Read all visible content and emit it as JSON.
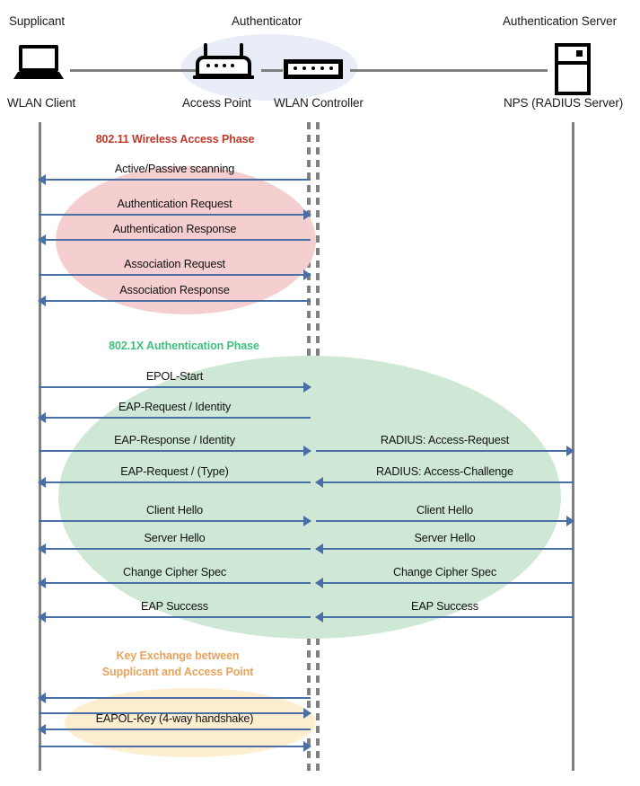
{
  "diagram": {
    "title": "802.1X WLAN authentication sequence",
    "colors": {
      "arrow": "#4a6fa5",
      "lifeline": "#808080",
      "phase1_text": "#c0392b",
      "phase1_fill": "#f5ced0",
      "phase2_text": "#3fbf7f",
      "phase2_fill": "#cfe8d6",
      "phase3_text": "#e8a35c",
      "phase3_fill": "#fceecf",
      "authenticator_halo": "#e8edf7"
    }
  },
  "actors": [
    {
      "role": "Supplicant",
      "name": "WLAN Client",
      "icon": "laptop-icon"
    },
    {
      "role": "Authenticator",
      "name": "Access Point",
      "icon": "access-point-icon"
    },
    {
      "role": "",
      "name": "WLAN Controller",
      "icon": "wlan-controller-icon"
    },
    {
      "role": "Authentication Server",
      "name": "NPS (RADIUS Server)",
      "icon": "server-icon"
    }
  ],
  "phases": [
    {
      "id": "wireless-access",
      "label": "802.11 Wireless Access Phase"
    },
    {
      "id": "dot1x-auth",
      "label": "802.1X Authentication Phase"
    },
    {
      "id": "key-exchange",
      "label": "Key Exchange between\nSupplicant and Access Point"
    }
  ],
  "messages_left": [
    {
      "label": "Active/Passive scanning",
      "direction": "left",
      "phase": "wireless-access"
    },
    {
      "label": "Authentication Request",
      "direction": "right",
      "phase": "wireless-access"
    },
    {
      "label": "Authentication Response",
      "direction": "left",
      "phase": "wireless-access"
    },
    {
      "label": "Association Request",
      "direction": "right",
      "phase": "wireless-access"
    },
    {
      "label": "Association Response",
      "direction": "left",
      "phase": "wireless-access"
    },
    {
      "label": "EPOL-Start",
      "direction": "right",
      "phase": "dot1x-auth"
    },
    {
      "label": "EAP-Request / Identity",
      "direction": "left",
      "phase": "dot1x-auth"
    },
    {
      "label": "EAP-Response / Identity",
      "direction": "right",
      "phase": "dot1x-auth"
    },
    {
      "label": "EAP-Request / (Type)",
      "direction": "left",
      "phase": "dot1x-auth"
    },
    {
      "label": "Client Hello",
      "direction": "right",
      "phase": "dot1x-auth"
    },
    {
      "label": "Server Hello",
      "direction": "left",
      "phase": "dot1x-auth"
    },
    {
      "label": "Change Cipher Spec",
      "direction": "left",
      "phase": "dot1x-auth"
    },
    {
      "label": "EAP Success",
      "direction": "left",
      "phase": "dot1x-auth"
    },
    {
      "label": "",
      "direction": "left",
      "phase": "key-exchange"
    },
    {
      "label": "",
      "direction": "right",
      "phase": "key-exchange"
    },
    {
      "label": "EAPOL-Key (4-way handshake)",
      "direction": "left",
      "phase": "key-exchange"
    },
    {
      "label": "",
      "direction": "right",
      "phase": "key-exchange"
    }
  ],
  "messages_right": [
    {
      "label": "RADIUS: Access-Request",
      "direction": "right",
      "phase": "dot1x-auth"
    },
    {
      "label": "RADIUS: Access-Challenge",
      "direction": "left",
      "phase": "dot1x-auth"
    },
    {
      "label": "Client Hello",
      "direction": "right",
      "phase": "dot1x-auth"
    },
    {
      "label": "Server Hello",
      "direction": "left",
      "phase": "dot1x-auth"
    },
    {
      "label": "Change Cipher Spec",
      "direction": "left",
      "phase": "dot1x-auth"
    },
    {
      "label": "EAP Success",
      "direction": "left",
      "phase": "dot1x-auth"
    }
  ]
}
